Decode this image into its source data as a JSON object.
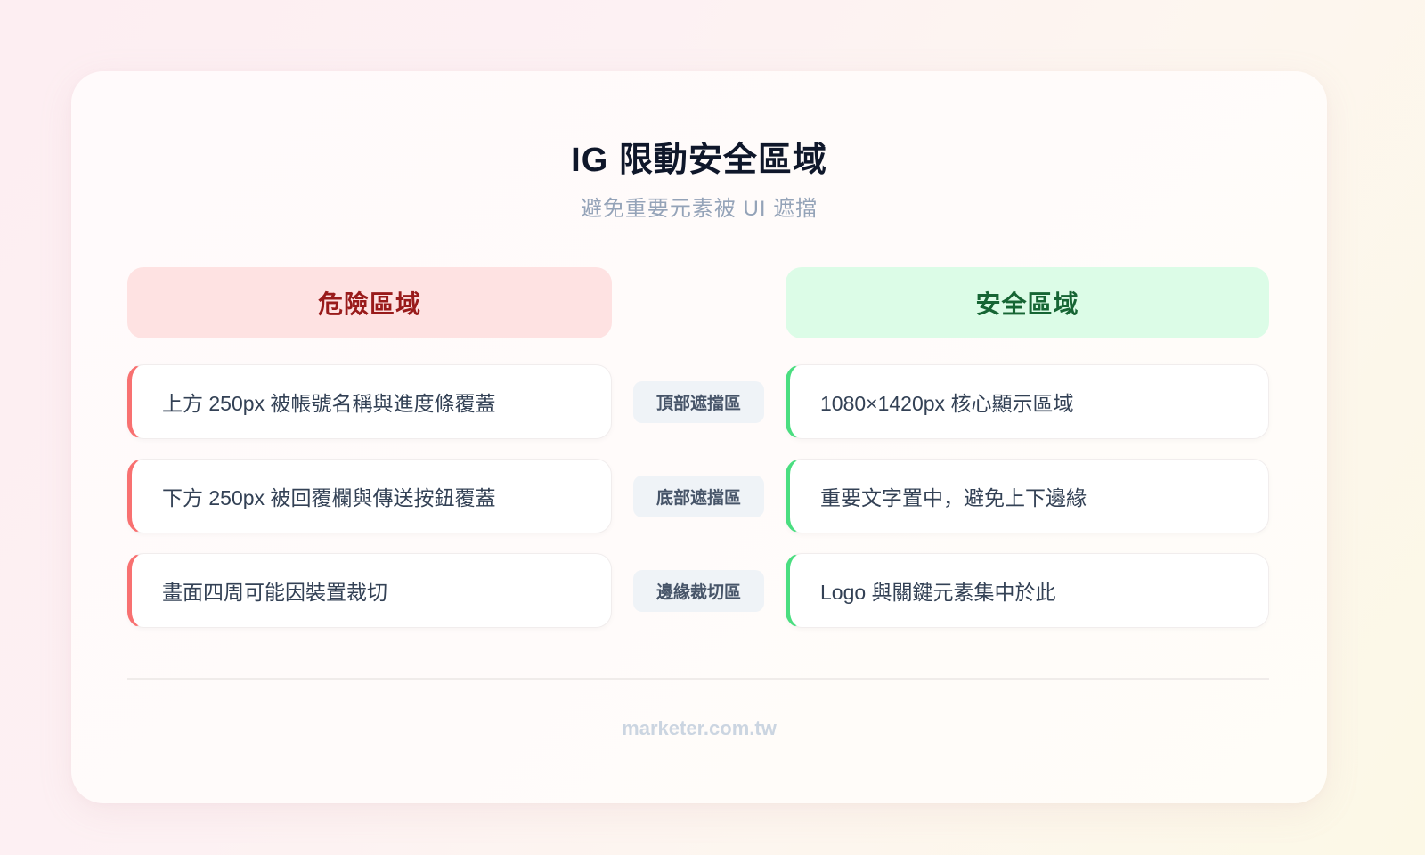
{
  "header": {
    "title": "IG 限動安全區域",
    "subtitle": "避免重要元素被 UI 遮擋"
  },
  "danger": {
    "label": "危險區域",
    "color": "#991b1b",
    "bg": "#fee2e2",
    "accent": "#f87171",
    "items": [
      "上方 250px 被帳號名稱與進度條覆蓋",
      "下方 250px 被回覆欄與傳送按鈕覆蓋",
      "畫面四周可能因裝置裁切"
    ]
  },
  "tags": [
    "頂部遮擋區",
    "底部遮擋區",
    "邊緣裁切區"
  ],
  "safe": {
    "label": "安全區域",
    "color": "#166534",
    "bg": "#dcfce7",
    "accent": "#4ade80",
    "items": [
      "1080×1420px 核心顯示區域",
      "重要文字置中，避免上下邊緣",
      "Logo 與關鍵元素集中於此"
    ]
  },
  "footer": {
    "text": "marketer.com.tw"
  }
}
